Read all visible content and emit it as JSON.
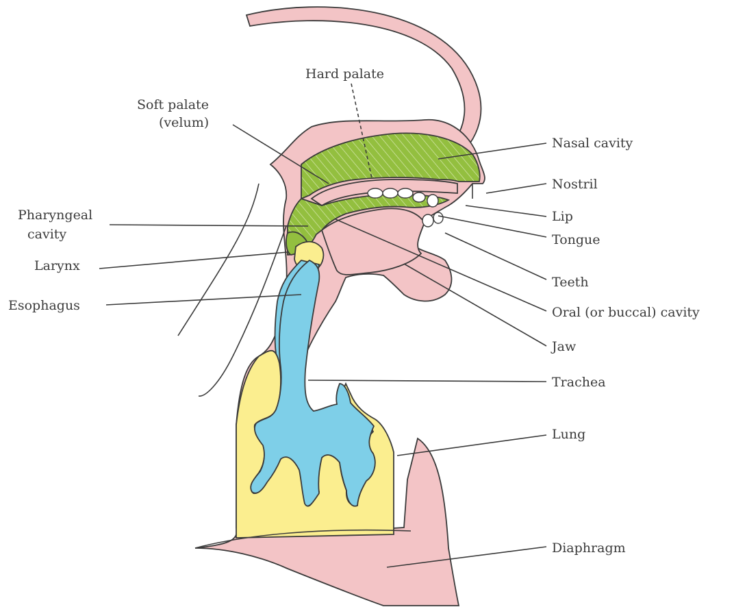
{
  "colors": {
    "tissue": "#f3c4c6",
    "cavity": "#93bf3f",
    "airway": "#7ecfe8",
    "lung": "#fbee8f",
    "outline": "#3a3a3a",
    "background": "#ffffff"
  },
  "labels": {
    "hard_palate": "Hard palate",
    "soft_palate_line1": "Soft palate",
    "soft_palate_line2": "(velum)",
    "nasal_cavity": "Nasal cavity",
    "nostril": "Nostril",
    "lip": "Lip",
    "tongue": "Tongue",
    "pharyngeal_line1": "Pharyngeal",
    "pharyngeal_line2": "cavity",
    "larynx": "Larynx",
    "esophagus": "Esophagus",
    "teeth": "Teeth",
    "oral_cavity": "Oral (or buccal) cavity",
    "jaw": "Jaw",
    "trachea": "Trachea",
    "lung": "Lung",
    "diaphragm": "Diaphragm"
  }
}
